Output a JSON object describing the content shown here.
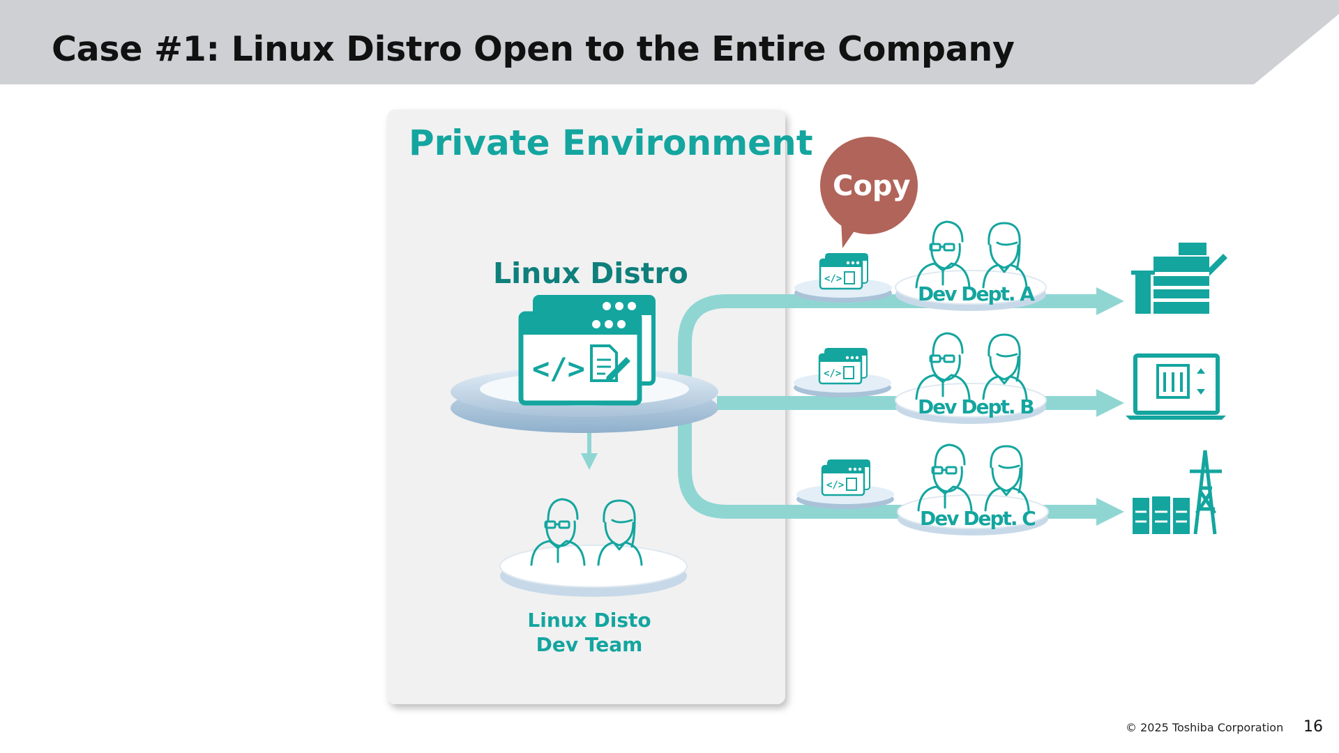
{
  "title": "Case #1: Linux Distro Open to the Entire Company",
  "diagram": {
    "environment_label": "Private Environment",
    "core_label": "Linux Distro",
    "team_label_line1": "Linux Disto",
    "team_label_line2": "Dev Team",
    "copy_label": "Copy",
    "departments": [
      {
        "name": "Dev Dept. A",
        "product_icon": "copier-machine-icon"
      },
      {
        "name": "Dev Dept. B",
        "product_icon": "laptop-elevator-display-icon"
      },
      {
        "name": "Dev Dept. C",
        "product_icon": "power-infrastructure-icon"
      }
    ]
  },
  "footer": {
    "copyright": "© 2025 Toshiba Corporation",
    "page_number": "16"
  },
  "colors": {
    "banner": "#cfd0d4",
    "teal": "#14a59f",
    "teal_dark": "#0f7f7c",
    "arrow": "#8fd6d3",
    "panel": "#f1f1f1",
    "copy_bubble": "#b1645a"
  }
}
